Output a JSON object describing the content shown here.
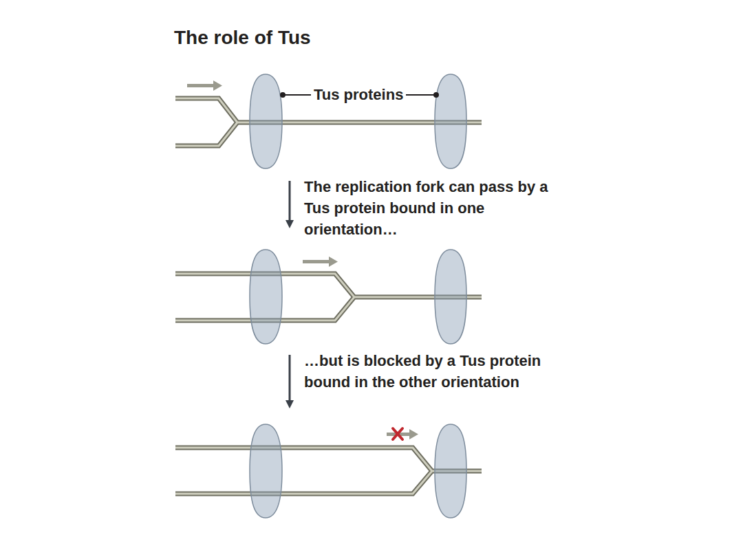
{
  "diagram": {
    "title": "The role of Tus",
    "labels": [
      "Tus proteins",
      "The replication fork can pass by a Tus protein bound in one orientation…",
      "…but is blocked by a Tus protein bound in the other orientation"
    ]
  }
}
